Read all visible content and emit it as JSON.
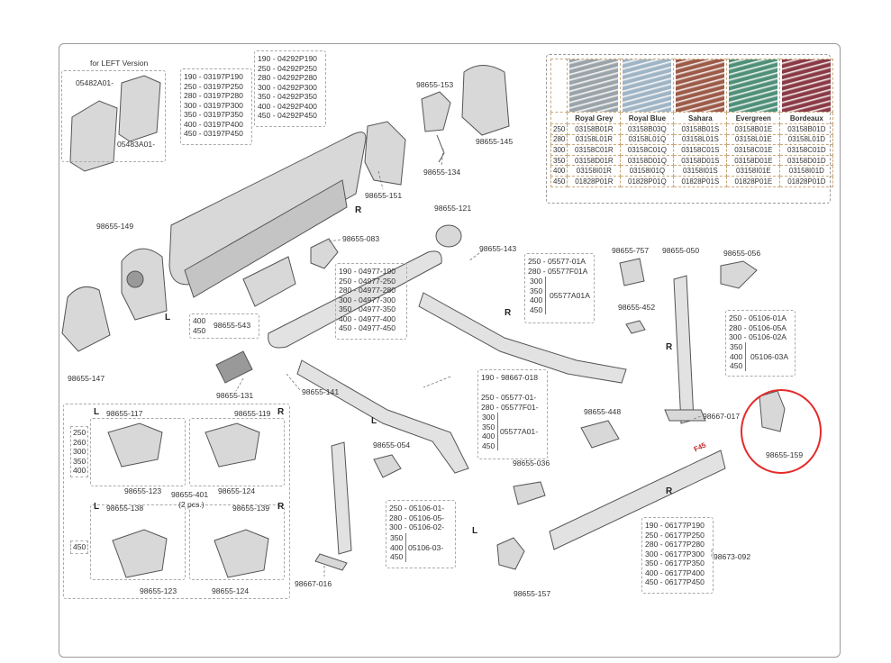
{
  "colors": {
    "highlight": "#e52a2a",
    "metal": "#bdbdbd",
    "metal_dark": "#7a7a7a",
    "logo_red": "#c0272d"
  },
  "swatches": [
    {
      "name": "Royal Grey",
      "color": "#9aa3a8"
    },
    {
      "name": "Royal Blue",
      "color": "#9fb4c4"
    },
    {
      "name": "Sahara",
      "color": "#9c5a48"
    },
    {
      "name": "Evergreen",
      "color": "#4f8f78"
    },
    {
      "name": "Bordeaux",
      "color": "#8a3a45"
    }
  ],
  "color_table": {
    "headers": [
      "",
      "Royal Grey",
      "Royal Blue",
      "Sahara",
      "Evergreen",
      "Bordeaux"
    ],
    "rows": [
      [
        "250",
        "03158B01R",
        "03158B03Q",
        "03158B01S",
        "03158B01E",
        "03158B01D"
      ],
      [
        "280",
        "03158L01R",
        "03158L01Q",
        "03158L01S",
        "03158L01E",
        "03158L01D"
      ],
      [
        "300",
        "03158C01R",
        "03158C01Q",
        "03158C01S",
        "03158C01E",
        "03158C01D"
      ],
      [
        "350",
        "03158D01R",
        "03158D01Q",
        "03158D01S",
        "03158D01E",
        "03158D01D"
      ],
      [
        "400",
        "03158I01R",
        "03158I01Q",
        "03158I01S",
        "03158I01E",
        "03158I01D"
      ],
      [
        "450",
        "01828P01R",
        "01828P01Q",
        "01828P01S",
        "01828P01E",
        "01828P01D"
      ]
    ]
  },
  "labels": {
    "left_version": "for LEFT Version",
    "p05482A01": "05482A01-",
    "p05483A01": "05483A01-",
    "p98655_149": "98655-149",
    "p98655_147": "98655-147",
    "p98655_153": "98655-153",
    "p98655_134": "98655-134",
    "p98655_145": "98655-145",
    "p98655_151": "98655-151",
    "p98655_083": "98655-083",
    "p98655_543": "98655-543",
    "p98655_131": "98655-131",
    "p98655_141": "98655-141",
    "p98655_121": "98655-121",
    "p98655_143": "98655-143",
    "p98655_757": "98655-757",
    "p98655_050": "98655-050",
    "p98655_056": "98655-056",
    "p98655_452": "98655-452",
    "p98667_017": "98667-017",
    "p98655_159": "98655-159",
    "p98655_448": "98655-448",
    "p98655_054": "98655-054",
    "p98655_036": "98655-036",
    "p98655_157": "98655-157",
    "p98667_016": "98667-016",
    "p98673_092": "98673-092",
    "p98667_018": "190 - 98667-018",
    "p98655_117": "98655-117",
    "p98655_119": "98655-119",
    "p98655_123a": "98655-123",
    "p98655_124a": "98655-124",
    "p98655_401": "98655-401",
    "pcs2": "(2 pcs.)",
    "p98655_138": "98655-138",
    "p98655_139": "98655-139",
    "p98655_123b": "98655-123",
    "p98655_124b": "98655-124",
    "sz450": "450",
    "sz400_450": "400\n450",
    "sizes_117": "250\n260\n300\n350\n400",
    "logo": "F45"
  },
  "side": {
    "L": "L",
    "R": "R"
  },
  "lists": {
    "front_bar": "190 - 03197P190\n250 - 03197P250\n280 - 03197P280\n300 - 03197P300\n350 - 03197P350\n400 - 03197P400\n450 - 03197P450",
    "case": "190 - 04292P190\n250 - 04292P250\n280 - 04292P280\n300 - 04292P300\n350 - 04292P350\n400 - 04292P400\n450 - 04292P450",
    "roller": "190 - 04977-190\n250 - 04977-250\n280 - 04977-280\n300 - 04977-300\n350 - 04977-350\n400 - 04977-400\n450 - 04977-450",
    "arm_r_top": "250 - 05577-01A\n280 - 05577F01A",
    "arm_r_sizes": "300\n350\n400\n450",
    "arm_r_code": "05577A01A",
    "arm_l_top": "250 - 05577-01-\n280 - 05577F01-",
    "arm_l_sizes": "300\n350\n400\n450",
    "arm_l_code": "05577A01-",
    "leg_r_top": "250 - 05106-01A\n280 - 05106-05A\n300 - 05106-02A",
    "leg_r_sizes": "350\n400\n450",
    "leg_r_code": "05106-03A",
    "leg_l_top": "250 - 05106-01-\n280 - 05106-05-\n300 - 05106-02-",
    "leg_l_sizes": "350\n400\n450",
    "leg_l_code": "05106-03-",
    "front_profile": "190 - 06177P190\n250 - 06177P250\n280 - 06177P280\n300 - 06177P300\n350 - 06177P350\n400 - 06177P400\n450 - 06177P450"
  }
}
